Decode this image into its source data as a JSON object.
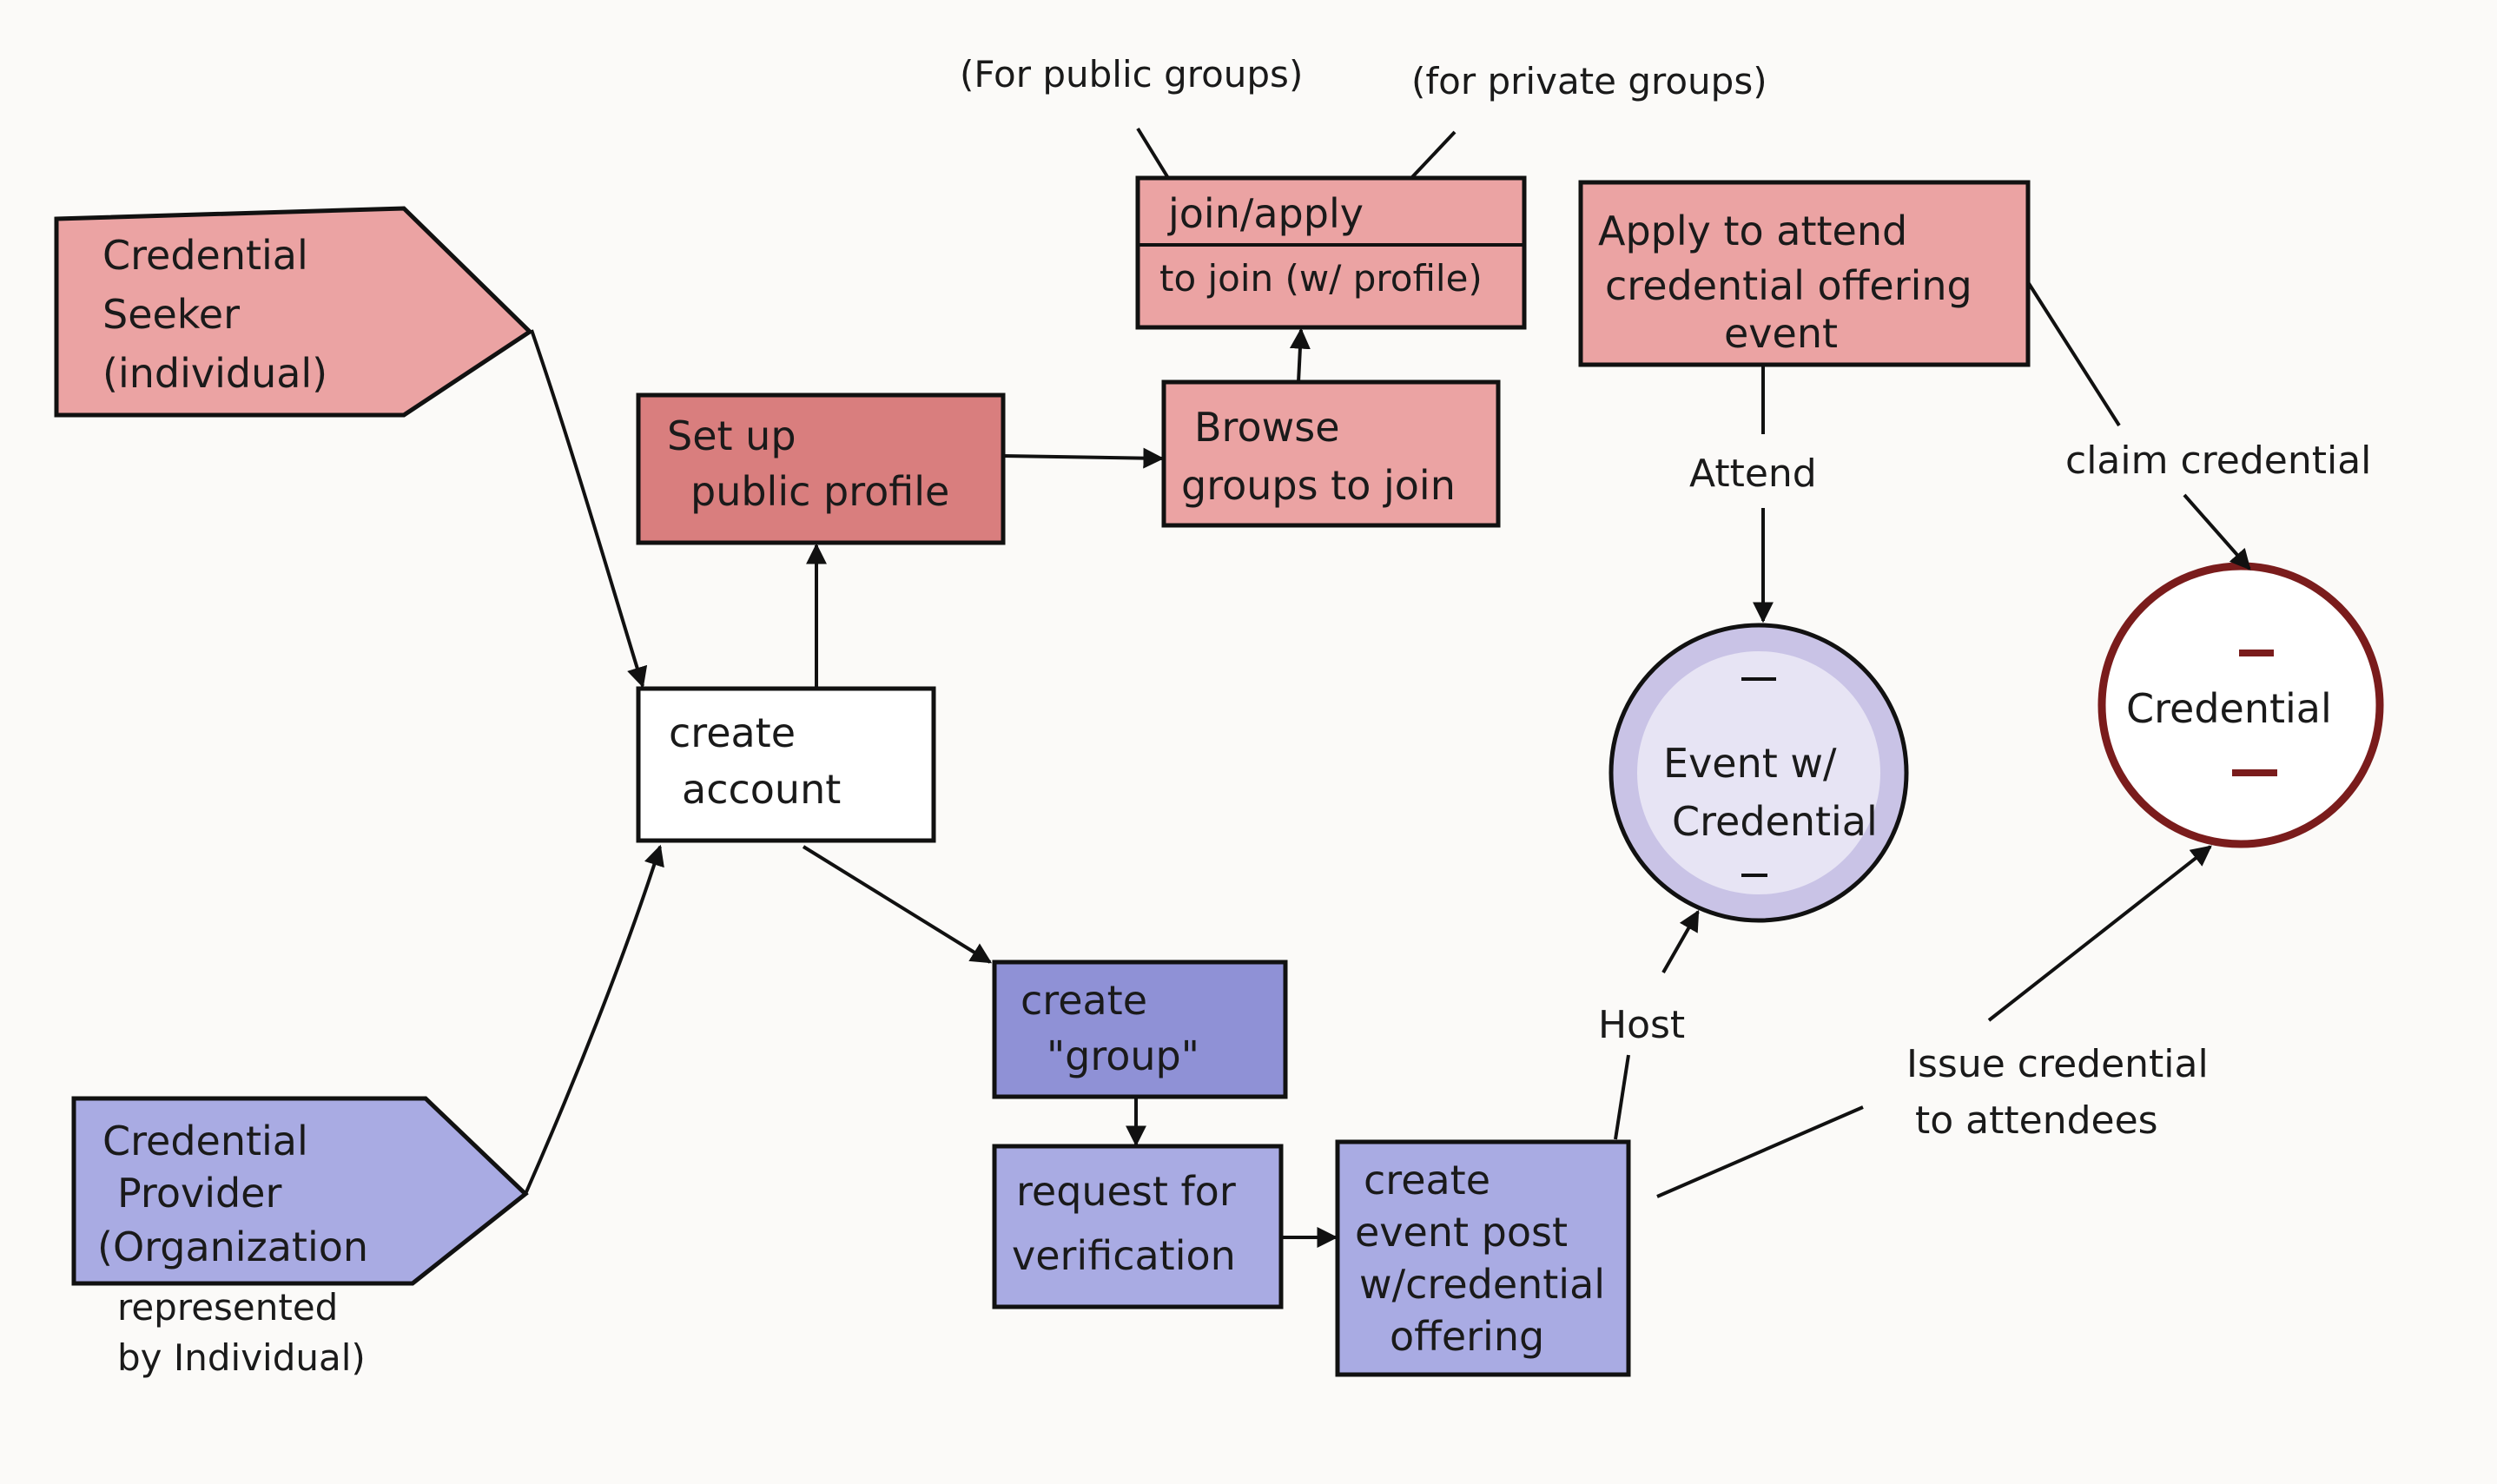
{
  "colors": {
    "seeker": "#eba3a3",
    "seeker_dark": "#d97e7e",
    "provider": "#a9abe3",
    "provider_dark": "#8f91d6",
    "event_circle": "#c9c3e6",
    "credential_ring": "#7a1c1c",
    "ink": "#111111",
    "white": "#ffffff"
  },
  "nodes": {
    "seeker": [
      "Credential",
      "Seeker",
      "(individual)"
    ],
    "provider": [
      "Credential",
      "Provider",
      "(Organization"
    ],
    "provider_note": [
      "represented",
      "by Individual)"
    ],
    "create_account": [
      "create",
      "account"
    ],
    "public_profile": [
      "Set up",
      "public profile"
    ],
    "browse_groups": [
      "Browse",
      "groups to join"
    ],
    "join_apply_top": "join/apply",
    "join_apply_bottom": "to join (w/ profile)",
    "public_note": "(For public groups)",
    "private_note": "(for private groups)",
    "apply_event": [
      "Apply to attend",
      "credential offering",
      "event"
    ],
    "event_circle": [
      "Event w/",
      "Credential"
    ],
    "credential_circle": "Credential",
    "create_group": [
      "create",
      "\"group\""
    ],
    "request_verification": [
      "request for",
      "verification"
    ],
    "create_event": [
      "create",
      "event post",
      "w/credential",
      "offering"
    ]
  },
  "edge_labels": {
    "attend": "Attend",
    "claim": "claim credential",
    "host": "Host",
    "issue": [
      "Issue credential",
      "to attendees"
    ]
  }
}
